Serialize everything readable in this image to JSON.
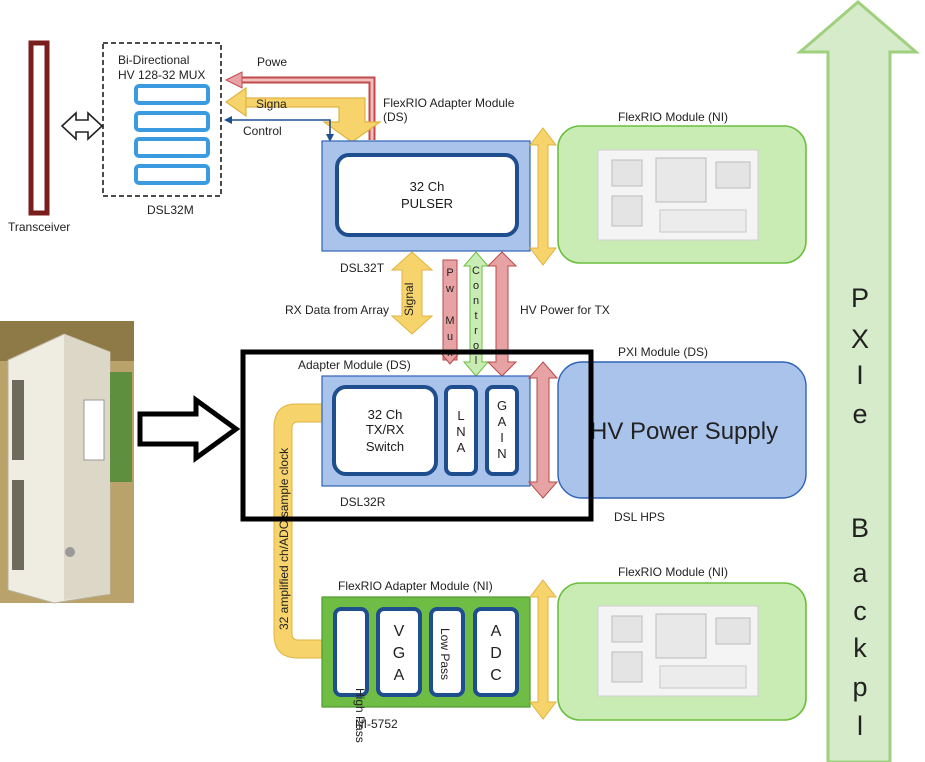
{
  "mux": {
    "title_line1": "Bi-Directional",
    "title_line2": "HV 128-32  MUX",
    "name": "DSL32M",
    "power_label": "Powe",
    "signal_label": "Signa",
    "control_label": "Control"
  },
  "transceiver": {
    "label": "Transceiver"
  },
  "pulser": {
    "adapter_label_line1": "FlexRIO Adapter Module",
    "adapter_label_line2": "(DS)",
    "inner_line1": "32 Ch",
    "inner_line2": "PULSER",
    "name": "DSL32T"
  },
  "flexrio_top": {
    "label": "FlexRIO Module (NI)"
  },
  "flexrio_bottom": {
    "label": "FlexRIO Module (NI)"
  },
  "middle_links": {
    "rx_data": "RX Data from Array",
    "signal": "Signal",
    "pw_mux": [
      "P",
      "w",
      "",
      "M",
      "u",
      "x"
    ],
    "control": [
      "C",
      "o",
      "n",
      "t",
      "r",
      "o",
      "l"
    ],
    "hv_power": "HV Power for TX"
  },
  "receiver": {
    "adapter_label": "Adapter Module (DS)",
    "switch_line1": "32 Ch",
    "switch_line2": "TX/RX",
    "switch_line3": "Switch",
    "lna": [
      "L",
      "N",
      "A"
    ],
    "gain": [
      "G",
      "A",
      "I",
      "N"
    ],
    "name": "DSL32R"
  },
  "power_supply": {
    "module_label": "PXI Module (DS)",
    "title": "HV Power Supply",
    "name": "DSL HPS"
  },
  "digitizer": {
    "adapter_label": "FlexRIO Adapter Module (NI)",
    "high_pass": "High Pass",
    "vga": [
      "V",
      "G",
      "A"
    ],
    "low_pass": "Low Pass",
    "adc": [
      "A",
      "D",
      "C"
    ],
    "name": "NI-5752"
  },
  "clock_path": {
    "label": "32 amplified ch/ADC sample clock"
  },
  "backplane": {
    "letters1": [
      "P",
      "X",
      "I",
      "e"
    ],
    "letters2": [
      "B",
      "a",
      "c",
      "k",
      "p",
      "l"
    ]
  },
  "colors": {
    "blue_fill": "#a9c3ea",
    "blue_dark": "#1f4e8f",
    "green_fill": "#c9ecb4",
    "green_dark": "#6cbf3e",
    "yellow": "#f6d36b",
    "red": "#e7a3a3",
    "maroon": "#7a1d1d"
  }
}
